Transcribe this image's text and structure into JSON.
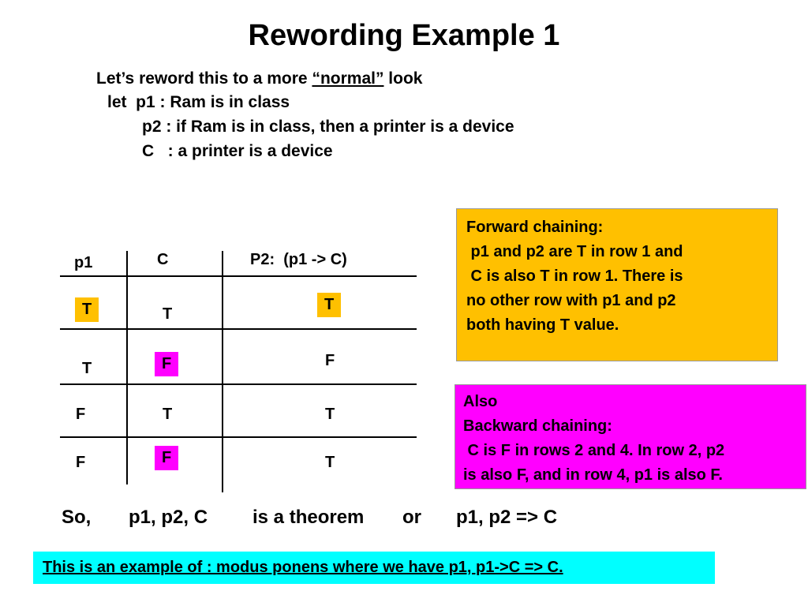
{
  "title": "Rewording Example 1",
  "intro": {
    "line1_prefix": "Let’s reword this to a more ",
    "line1_underlined": "“normal”",
    "line1_suffix": " look",
    "line2": "let  p1 : Ram is in class",
    "line3": "p2 : if Ram is in class, then a printer is a device",
    "line4": "C   : a printer is a device"
  },
  "table": {
    "headers": [
      "p1",
      "C",
      "P2:  (p1 -> C)"
    ],
    "rows": [
      {
        "p1": "T",
        "c": "T",
        "p2": "T"
      },
      {
        "p1": "T",
        "c": "F",
        "p2": "F"
      },
      {
        "p1": "F",
        "c": "T",
        "p2": "T"
      },
      {
        "p1": "F",
        "c": "F",
        "p2": "T"
      }
    ],
    "highlight_colors": {
      "yellow": "#ffc000",
      "magenta": "#ff00ff"
    }
  },
  "forward_box": {
    "lines": [
      "Forward chaining:",
      " p1 and p2 are T in row 1 and",
      " C is also T in row 1. There is",
      "no other row with p1 and p2",
      "both having T value."
    ],
    "color": "#ffc000"
  },
  "backward_box": {
    "lines": [
      "Also",
      "Backward chaining:",
      " C is F in rows 2 and 4. In row 2, p2",
      "is also F, and in row 4, p1 is also F."
    ],
    "color": "#ff00ff"
  },
  "summary": {
    "so": "So,",
    "premises": "p1, p2, C",
    "is_theorem": "is a theorem",
    "or": "or",
    "implication": "p1, p2 => C"
  },
  "footer": {
    "text": "This is an example of : modus ponens where we have p1, p1->C => C.",
    "color": "#00ffff"
  }
}
